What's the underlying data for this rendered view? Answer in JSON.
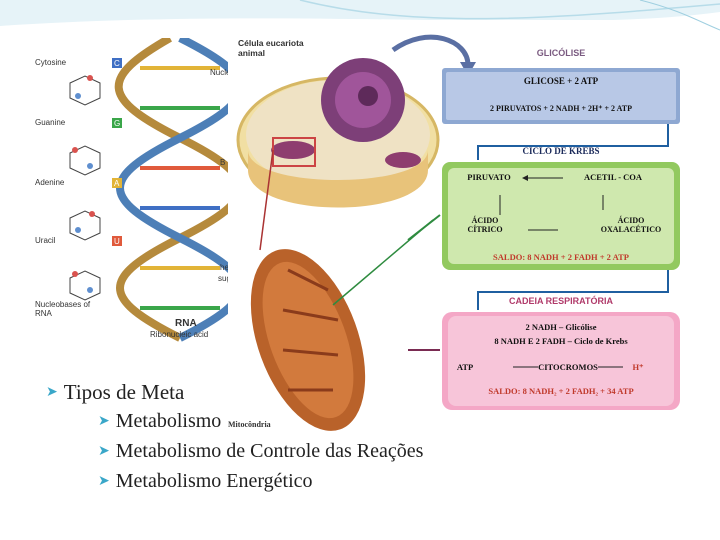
{
  "dna": {
    "bases": [
      "Cytosine",
      "Guanine",
      "Adenine",
      "Uracil"
    ],
    "base_codes": [
      "C",
      "G",
      "A",
      "U"
    ],
    "footer": "Nucleobases of RNA",
    "rna_label": "RNA",
    "rna_sub": "Ribonucleic acid",
    "side_nuc": "Nucle",
    "side_b": "B",
    "side_he": "he",
    "side_sugar": "sugar-p"
  },
  "cell": {
    "title": "Célula eucariota animal",
    "mito_label": "Mitocôndria"
  },
  "glicolise": {
    "title": "GLICÓLISE",
    "line1": "GLICOSE + 2 ATP",
    "line2": "2 PIRUVATOS + 2 NADH + 2H⁺ + 2 ATP"
  },
  "krebs": {
    "title": "CICLO DE KREBS",
    "piruvato": "PIRUVATO",
    "acetil": "ACETIL - COA",
    "citrico": "ÁCIDO CÍTRICO",
    "oxalacetico": "ÁCIDO OXALACÉTICO",
    "saldo": "SALDO: 8 NADH + 2 FADH + 2 ATP"
  },
  "cadeia": {
    "title": "CADEIA RESPIRATÓRIA",
    "line1": "2 NADH – Glicólise",
    "line2": "8 NADH E 2 FADH – Ciclo de Krebs",
    "atp": "ATP",
    "citocromos": "CITOCROMOS",
    "h": "H⁺",
    "saldo": "SALDO: 8 NADH₂ + 2 FADH₂ + 34 ATP"
  },
  "bullets": {
    "main": "Tipos de Meta",
    "items": [
      "Metabolismo",
      "Metabolismo de Controle das Reações",
      "Metabolismo Energético"
    ]
  },
  "colors": {
    "accent": "#3aa7c9",
    "glicolise": "#8ea8d2",
    "krebs": "#92c95f",
    "cadeia": "#f4a7c6"
  }
}
